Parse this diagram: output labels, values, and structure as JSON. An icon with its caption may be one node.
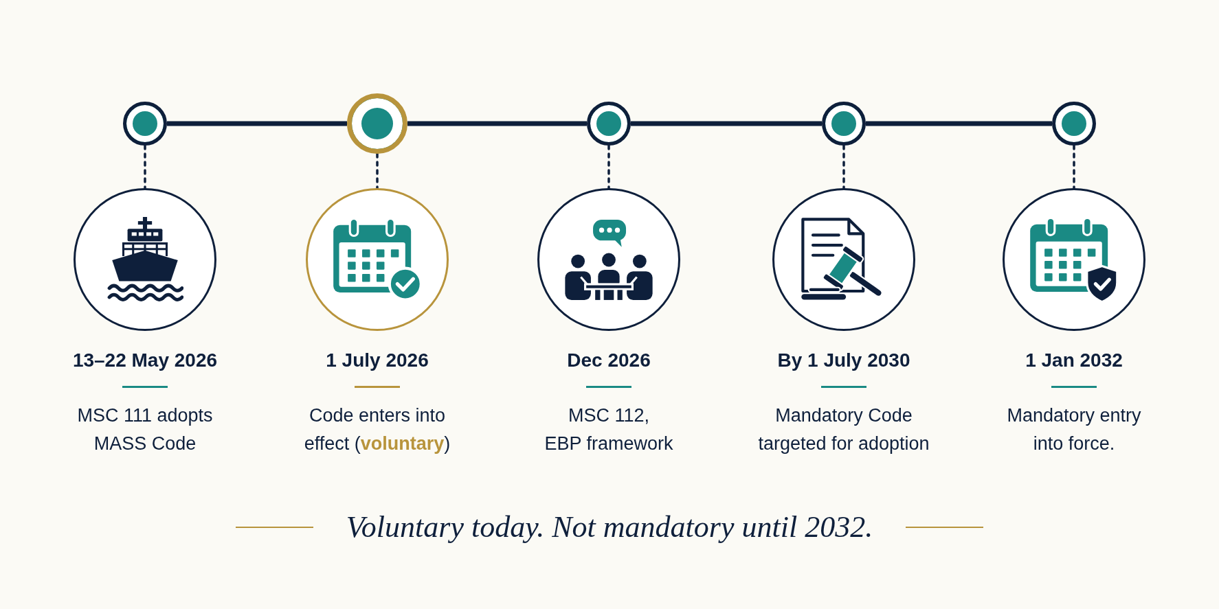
{
  "diagram": {
    "nodes": [
      {
        "text": [],
        "shape": "circle"
      },
      {
        "text": [],
        "shape": "circle"
      },
      {
        "text": [],
        "shape": "circle"
      },
      {
        "text": [],
        "shape": "circle"
      },
      {
        "text": [],
        "shape": "circle"
      },
      {
        "text": [],
        "shape": "circle",
        "beside": [
          "13–22 May 2026",
          "MSC 111 adopts MASS Code"
        ]
      },
      {
        "text": [],
        "shape": "circle",
        "beside": [
          "1 July 2026",
          "Code enters into effect (**voluntary**)"
        ]
      },
      {
        "text": [],
        "shape": "circle",
        "beside": [
          "Dec 2026",
          "MSC 112, EBP framework"
        ]
      },
      {
        "text": [],
        "shape": "circle",
        "beside": [
          "By 1 July 2030",
          "Mandatory Code targeted for adoption"
        ]
      },
      {
        "text": [],
        "shape": "circle",
        "beside": [
          "1 Jan 2032",
          "Mandatory entry into force."
        ]
      }
    ],
    "edges": [
      {
        "from": 0,
        "to": 1,
        "arrow": "none",
        "style": "thick"
      },
      {
        "from": 1,
        "to": 2,
        "arrow": "none",
        "style": "thick"
      },
      {
        "from": 2,
        "to": 3,
        "arrow": "none",
        "style": "thick"
      },
      {
        "from": 3,
        "to": 4,
        "arrow": "none",
        "style": "thick"
      },
      {
        "from": 0,
        "to": 5,
        "arrow": "none",
        "style": "dashed"
      },
      {
        "from": 1,
        "to": 6,
        "arrow": "none",
        "style": "dashed"
      },
      {
        "from": 2,
        "to": 7,
        "arrow": "none",
        "style": "dashed"
      },
      {
        "from": 3,
        "to": 8,
        "arrow": "none",
        "style": "dashed"
      },
      {
        "from": 4,
        "to": 9,
        "arrow": "none",
        "style": "dashed"
      }
    ],
    "caption": "Voluntary today. Not mandatory until 2032."
  }
}
